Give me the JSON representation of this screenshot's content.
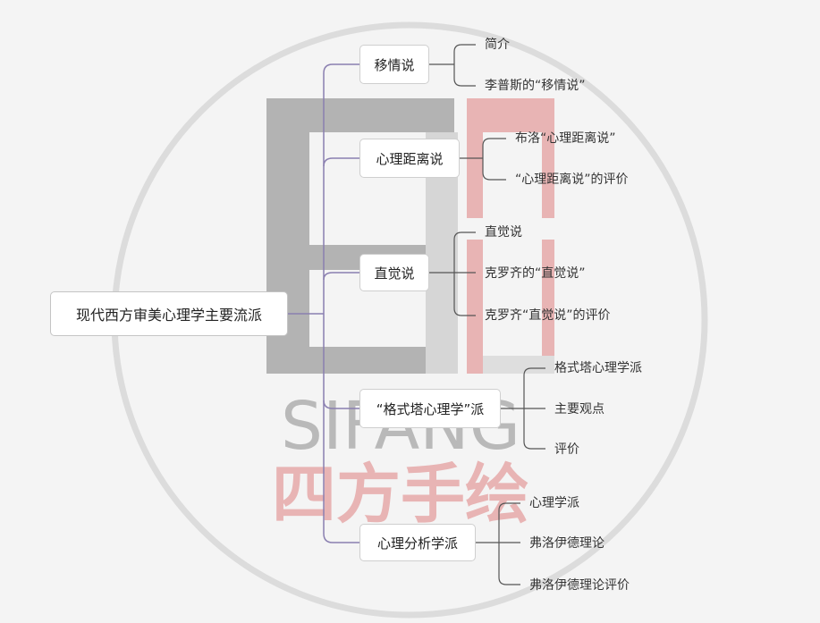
{
  "watermark": {
    "latin": "SIFANG",
    "chinese": "四方手绘"
  },
  "mindmap": {
    "root": "现代西方审美心理学主要流派",
    "branches": [
      {
        "label": "移情说",
        "children": [
          "简介",
          "李普斯的“移情说”"
        ]
      },
      {
        "label": "心理距离说",
        "children": [
          "布洛“心理距离说”",
          "“心理距离说”的评价"
        ]
      },
      {
        "label": "直觉说",
        "children": [
          "直觉说",
          "克罗齐的“直觉说”",
          "克罗齐“直觉说”的评价"
        ]
      },
      {
        "label": "“格式塔心理学”派",
        "children": [
          "格式塔心理学派",
          "主要观点",
          "评价"
        ]
      },
      {
        "label": "心理分析学派",
        "children": [
          "心理学派",
          "弗洛伊德理论",
          "弗洛伊德理论评价"
        ]
      }
    ]
  },
  "colors": {
    "trunk_line": "#8a7fb0",
    "branch_line": "#555555",
    "watermark_gray": "#b3b3b3",
    "watermark_pink": "#e8b4b4"
  }
}
